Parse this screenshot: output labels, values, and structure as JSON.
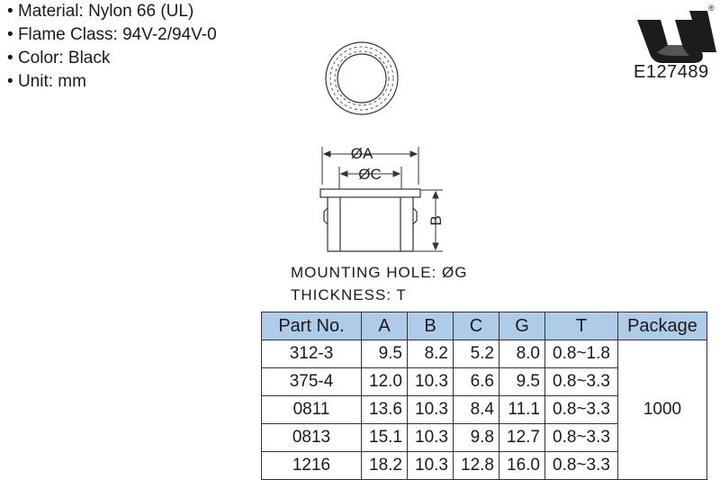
{
  "specs": [
    "Material: Nylon 66 (UL)",
    "Flame Class: 94V-2/94V-0",
    "Color: Black",
    "Unit: mm"
  ],
  "certification": {
    "mark_icon": "ul-recognized-mark-icon",
    "registered_symbol": "®",
    "file_number": "E127489"
  },
  "drawing": {
    "dim_a": "ØA",
    "dim_c": "ØC",
    "dim_b": "B"
  },
  "notes": {
    "mounting_hole": "MOUNTING HOLE: ØG",
    "thickness": "THICKNESS: T"
  },
  "table": {
    "headers": [
      "Part No.",
      "A",
      "B",
      "C",
      "G",
      "T",
      "Package"
    ],
    "rows": [
      [
        "312-3",
        "9.5",
        "8.2",
        "5.2",
        "8.0",
        "0.8~1.8"
      ],
      [
        "375-4",
        "12.0",
        "10.3",
        "6.6",
        "9.5",
        "0.8~3.3"
      ],
      [
        "0811",
        "13.6",
        "10.3",
        "8.4",
        "11.1",
        "0.8~3.3"
      ],
      [
        "0813",
        "15.1",
        "10.3",
        "9.8",
        "12.7",
        "0.8~3.3"
      ],
      [
        "1216",
        "18.2",
        "10.3",
        "12.8",
        "16.0",
        "0.8~3.3"
      ]
    ],
    "package": "1000"
  },
  "colors": {
    "header_bg": "#aecbe8",
    "text": "#1a1a1a",
    "logo": "#1c1c1c"
  }
}
